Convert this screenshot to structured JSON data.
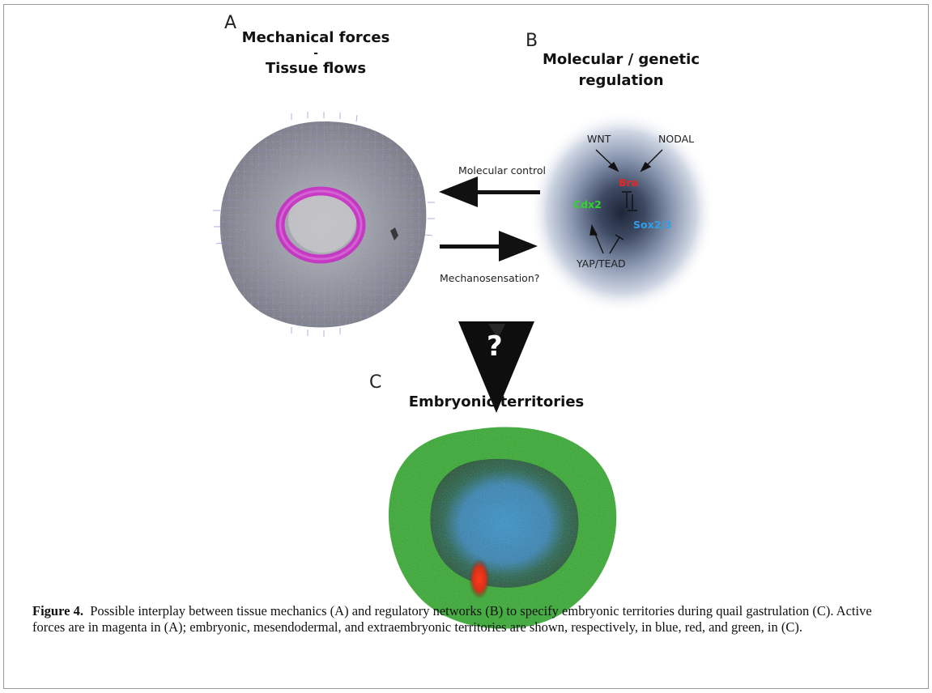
{
  "panels": {
    "a": {
      "letter": "A",
      "title_line1": "Mechanical forces",
      "title_line2": "-",
      "title_line3": "Tissue flows"
    },
    "b": {
      "letter": "B",
      "title_line1": "Molecular / genetic",
      "title_line2": "regulation",
      "nodes": {
        "wnt": "WNT",
        "nodal": "NODAL",
        "bra": "Bra",
        "cdx2": "Cdx2",
        "sox": "Sox2/3",
        "yap": "YAP/TEAD"
      },
      "colors": {
        "bra": "#e8261f",
        "cdx2": "#2fd52a",
        "sox": "#2f9fe8"
      }
    },
    "c": {
      "letter": "C",
      "title": "Embryonic territories",
      "colors": {
        "embryonic": "#3d93c9",
        "mesendodermal": "#e83a1a",
        "extraembryonic": "#2fa82a"
      }
    }
  },
  "arrows": {
    "molecular_control": "Molecular control",
    "mechanosensation": "Mechanosensation?",
    "question_mark": "?"
  },
  "colors": {
    "active_forces": "#c72ec4"
  },
  "caption": {
    "label": "Figure 4.",
    "text": "Possible interplay between tissue mechanics (A) and regulatory networks (B) to specify embryonic territories during quail gastrulation (C). Active forces are in magenta in (A); embryonic, mesendodermal, and extraembryonic territories are shown, respectively, in blue, red, and green, in (C)."
  }
}
